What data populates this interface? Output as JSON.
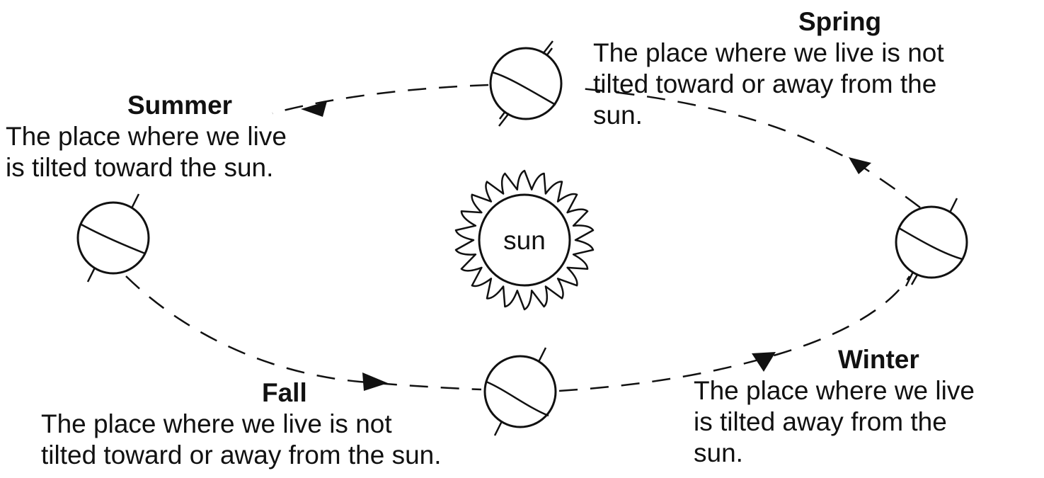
{
  "sun": {
    "label": "sun"
  },
  "seasons": {
    "spring": {
      "title": "Spring",
      "description": "The place where we live is not\ntilted toward or away from the\nsun."
    },
    "summer": {
      "title": "Summer",
      "description": "The place where we live\nis tilted toward the sun."
    },
    "fall": {
      "title": "Fall",
      "description": "The place where we live is not\ntilted toward or away from the sun."
    },
    "winter": {
      "title": "Winter",
      "description": "The place where we live\nis tilted away from the\nsun."
    }
  },
  "colors": {
    "ink": "#111111",
    "background": "#ffffff"
  }
}
